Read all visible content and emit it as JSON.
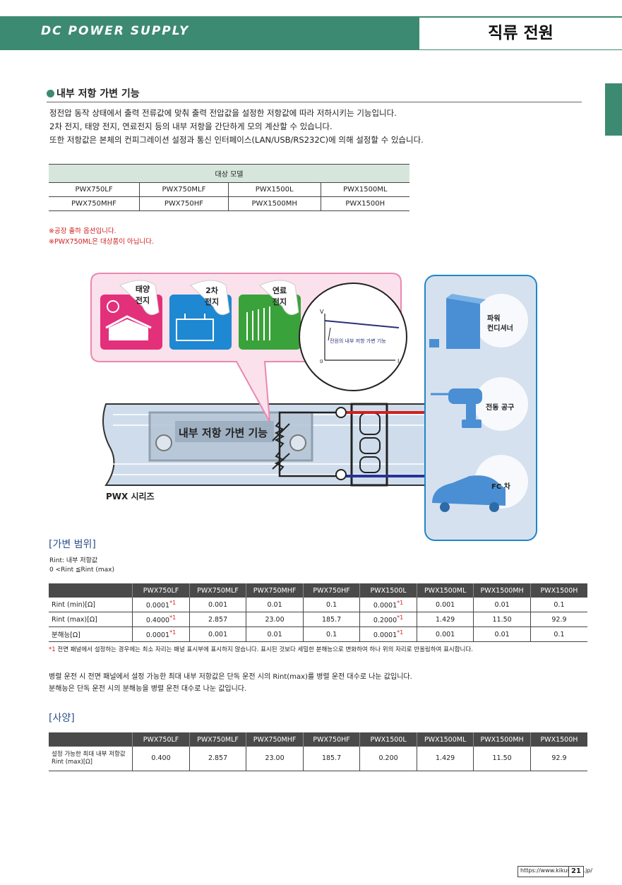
{
  "header": {
    "title_en": "DC POWER SUPPLY",
    "title_ko": "직류 전원"
  },
  "section": {
    "title": "내부 저항 가변 기능",
    "paragraphs": [
      "정전압 동작 상태에서 출력 전류값에 맞춰 출력 전압값을 설정한 저항값에 따라 저하시키는 기능입니다.",
      "2차 전지, 태양 전지, 연료전지 등의 내부 저항을 간단하게 모의 계산할 수 있습니다.",
      "또한 저항값은 본체의 컨피그레이션 설정과 통신 인터페이스(LAN/USB/RS232C)에 의해 설정할 수 있습니다."
    ]
  },
  "target_table": {
    "header": "대상 모델",
    "rows": [
      [
        "PWX750LF",
        "PWX750MLF",
        "PWX1500L",
        "PWX1500ML"
      ],
      [
        "PWX750MHF",
        "PWX750HF",
        "PWX1500MH",
        "PWX1500H"
      ]
    ]
  },
  "notes": [
    "※공장 출하 옵션입니다.",
    "※PWX750ML은 대상품이 아닙니다."
  ],
  "diagram": {
    "sources": [
      {
        "label": "태양\n전지",
        "color": "#e0307a"
      },
      {
        "label": "2차\n전지",
        "color": "#1e88d2"
      },
      {
        "label": "연료\n전지",
        "color": "#3aa23a"
      }
    ],
    "graph_v": "V",
    "graph_i": "I",
    "graph_zero": "0",
    "graph_caption": "전원의 내부 저항 가변 기능",
    "device_label": "내부 저항 가변 기능",
    "series_label": "PWX 시리즈",
    "loads": [
      {
        "label": "파워\n컨디셔너"
      },
      {
        "label": "전동 공구"
      },
      {
        "label": "FC 차"
      }
    ]
  },
  "range": {
    "title": "[가변 범위]",
    "rint_lines": [
      "Rint: 내부 저항값",
      "0 <Rint ≦Rint (max)"
    ],
    "columns": [
      "PWX750LF",
      "PWX750MLF",
      "PWX750MHF",
      "PWX750HF",
      "PWX1500L",
      "PWX1500ML",
      "PWX1500MH",
      "PWX1500H"
    ],
    "rows": [
      {
        "label": "Rint (min)[Ω]",
        "values": [
          "0.0001",
          "0.001",
          "0.01",
          "0.1",
          "0.0001",
          "0.001",
          "0.01",
          "0.1"
        ],
        "marks": [
          true,
          false,
          false,
          false,
          true,
          false,
          false,
          false
        ]
      },
      {
        "label": "Rint (max)[Ω]",
        "values": [
          "0.4000",
          "2.857",
          "23.00",
          "185.7",
          "0.2000",
          "1.429",
          "11.50",
          "92.9"
        ],
        "marks": [
          true,
          false,
          false,
          false,
          true,
          false,
          false,
          false
        ]
      },
      {
        "label": "분해능[Ω]",
        "values": [
          "0.0001",
          "0.001",
          "0.01",
          "0.1",
          "0.0001",
          "0.001",
          "0.01",
          "0.1"
        ],
        "marks": [
          true,
          false,
          false,
          false,
          true,
          false,
          false,
          false
        ]
      }
    ],
    "mark_symbol": "*1",
    "footnote_mark": "*1",
    "footnote": " 전면 패널에서 설정하는 경우에는 최소 자리는 패널 표시부에 표시하지 않습니다. 표시된 것보다 세밀한 분해능으로 변화하여 하나 위의 자리로 반올림하여 표시합니다.",
    "paragraphs": [
      "병렬 운전 시 전면 패널에서 설정 가능한 최대 내부 저항값은 단독 운전 시의 Rint(max)를 병렬 운전 대수로 나눈 값입니다.",
      "분해능은 단독 운전 시의 분해능을 병렬 운전 대수로 나눈 값입니다."
    ]
  },
  "spec": {
    "title": "[사양]",
    "columns": [
      "PWX750LF",
      "PWX750MLF",
      "PWX750MHF",
      "PWX750HF",
      "PWX1500L",
      "PWX1500ML",
      "PWX1500MH",
      "PWX1500H"
    ],
    "row_label_1": "설정 가능한 최대 내부 저항값",
    "row_label_2": "Rint (max)[Ω]",
    "values": [
      "0.400",
      "2.857",
      "23.00",
      "185.7",
      "0.200",
      "1.429",
      "11.50",
      "92.9"
    ]
  },
  "footer": {
    "url": "https://www.kikusui.co.jp/",
    "page": "21"
  }
}
